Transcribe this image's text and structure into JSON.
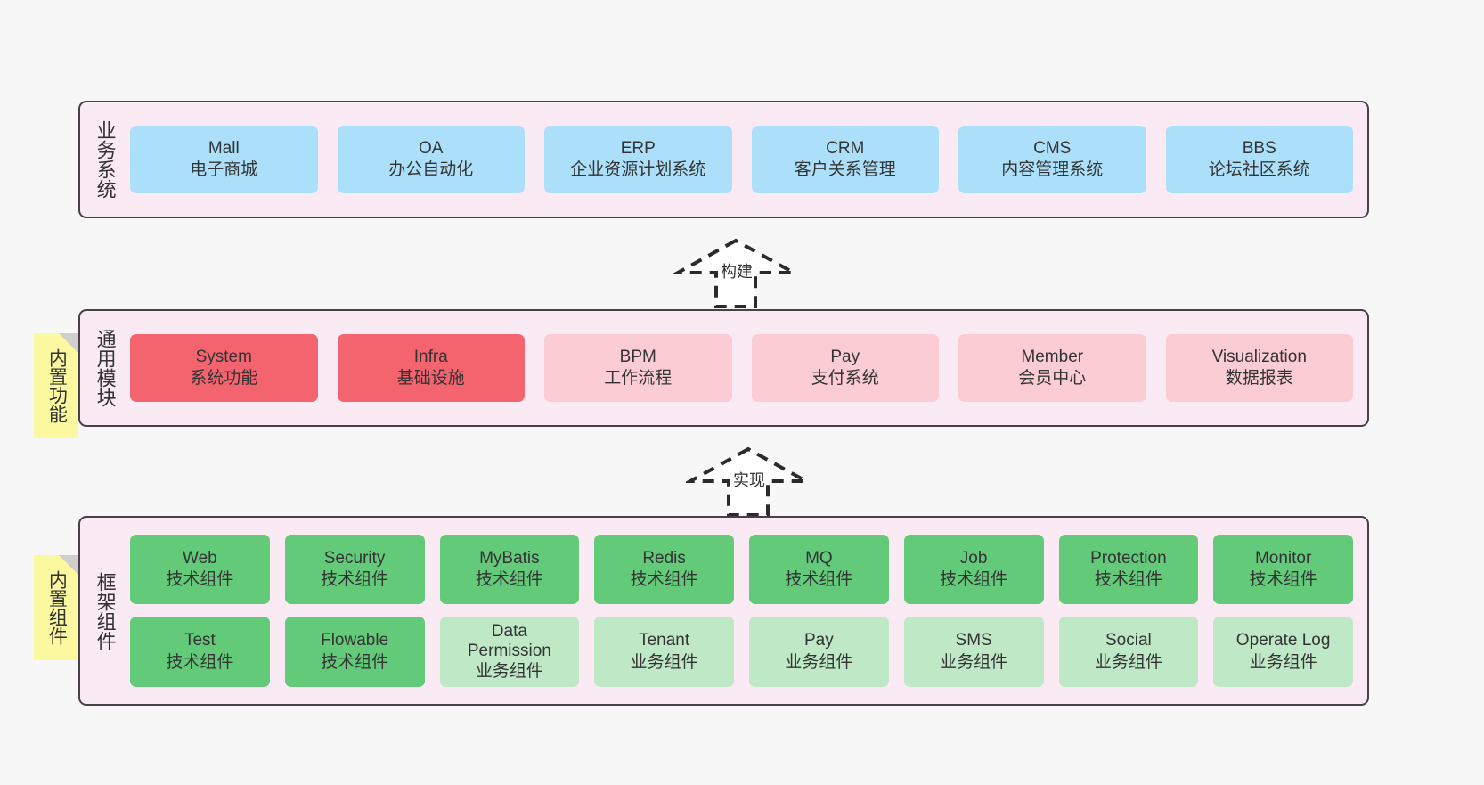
{
  "diagram": {
    "background_color": "#f7f7f7",
    "layer_fill": "#f9eaf4",
    "layer_border": "#4a404a",
    "note_color": "#fbf8a0",
    "note_fold_color": "#cfcfcf"
  },
  "layers": [
    {
      "id": "business",
      "label": "业务系统",
      "rows": [
        {
          "nodes": [
            {
              "title": "Mall",
              "subtitle": "电子商城",
              "color": "#ace0fa",
              "style": "n-blue"
            },
            {
              "title": "OA",
              "subtitle": "办公自动化",
              "color": "#ace0fa",
              "style": "n-blue"
            },
            {
              "title": "ERP",
              "subtitle": "企业资源计划系统",
              "color": "#ace0fa",
              "style": "n-blue"
            },
            {
              "title": "CRM",
              "subtitle": "客户关系管理",
              "color": "#ace0fa",
              "style": "n-blue"
            },
            {
              "title": "CMS",
              "subtitle": "内容管理系统",
              "color": "#ace0fa",
              "style": "n-blue"
            },
            {
              "title": "BBS",
              "subtitle": "论坛社区系统",
              "color": "#ace0fa",
              "style": "n-blue"
            }
          ]
        }
      ]
    },
    {
      "id": "common-module",
      "label": "通用模块",
      "note": "内置功能",
      "rows": [
        {
          "nodes": [
            {
              "title": "System",
              "subtitle": "系统功能",
              "color": "#f4646e",
              "style": "n-red"
            },
            {
              "title": "Infra",
              "subtitle": "基础设施",
              "color": "#f4646e",
              "style": "n-red"
            },
            {
              "title": "BPM",
              "subtitle": "工作流程",
              "color": "#fbccd4",
              "style": "n-pink"
            },
            {
              "title": "Pay",
              "subtitle": "支付系统",
              "color": "#fbccd4",
              "style": "n-pink"
            },
            {
              "title": "Member",
              "subtitle": "会员中心",
              "color": "#fbccd4",
              "style": "n-pink"
            },
            {
              "title": "Visualization",
              "subtitle": "数据报表",
              "color": "#fbccd4",
              "style": "n-pink"
            }
          ]
        }
      ]
    },
    {
      "id": "framework",
      "label": "框架组件",
      "note": "内置组件",
      "rows": [
        {
          "nodes": [
            {
              "title": "Web",
              "subtitle": "技术组件",
              "color": "#63ca7a",
              "style": "n-green"
            },
            {
              "title": "Security",
              "subtitle": "技术组件",
              "color": "#63ca7a",
              "style": "n-green"
            },
            {
              "title": "MyBatis",
              "subtitle": "技术组件",
              "color": "#63ca7a",
              "style": "n-green"
            },
            {
              "title": "Redis",
              "subtitle": "技术组件",
              "color": "#63ca7a",
              "style": "n-green"
            },
            {
              "title": "MQ",
              "subtitle": "技术组件",
              "color": "#63ca7a",
              "style": "n-green"
            },
            {
              "title": "Job",
              "subtitle": "技术组件",
              "color": "#63ca7a",
              "style": "n-green"
            },
            {
              "title": "Protection",
              "subtitle": "技术组件",
              "color": "#63ca7a",
              "style": "n-green"
            },
            {
              "title": "Monitor",
              "subtitle": "技术组件",
              "color": "#63ca7a",
              "style": "n-green"
            }
          ]
        },
        {
          "nodes": [
            {
              "title": "Test",
              "subtitle": "技术组件",
              "color": "#63ca7a",
              "style": "n-green"
            },
            {
              "title": "Flowable",
              "subtitle": "技术组件",
              "color": "#63ca7a",
              "style": "n-green"
            },
            {
              "title": "Data Permission",
              "subtitle": "业务组件",
              "color": "#bfe8c6",
              "style": "n-mint"
            },
            {
              "title": "Tenant",
              "subtitle": "业务组件",
              "color": "#bfe8c6",
              "style": "n-mint"
            },
            {
              "title": "Pay",
              "subtitle": "业务组件",
              "color": "#bfe8c6",
              "style": "n-mint"
            },
            {
              "title": "SMS",
              "subtitle": "业务组件",
              "color": "#bfe8c6",
              "style": "n-mint"
            },
            {
              "title": "Social",
              "subtitle": "业务组件",
              "color": "#bfe8c6",
              "style": "n-mint"
            },
            {
              "title": "Operate Log",
              "subtitle": "业务组件",
              "color": "#bfe8c6",
              "style": "n-mint"
            }
          ]
        }
      ]
    }
  ],
  "connectors": [
    {
      "id": "build",
      "label": "构建",
      "direction": "up",
      "from": "common-module",
      "to": "business"
    },
    {
      "id": "implement",
      "label": "实现",
      "direction": "up",
      "from": "framework",
      "to": "common-module"
    }
  ]
}
